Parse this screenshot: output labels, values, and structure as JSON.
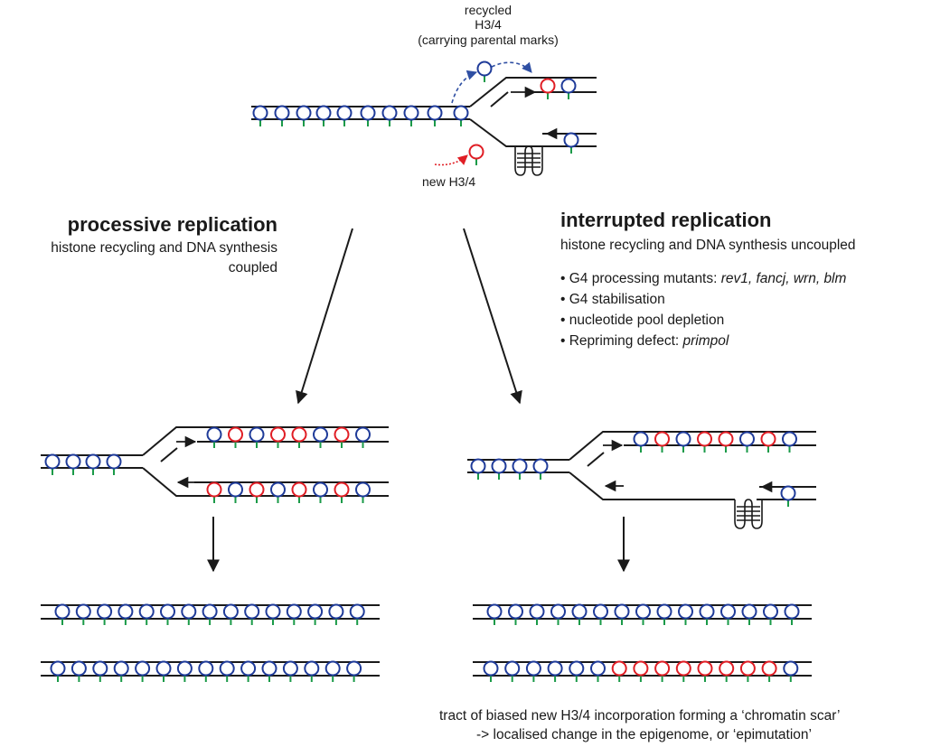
{
  "colors": {
    "parental_histone": "#1f3b99",
    "new_histone": "#e01e25",
    "histone_tail": "#1a9a48",
    "dna": "#1a1a1a",
    "recycle_arrow": "#2f4fa3",
    "new_arrow": "#e01e25"
  },
  "top": {
    "recycled_label": [
      "recycled",
      "H3/4",
      "(carrying parental marks)"
    ],
    "new_label": "new H3/4"
  },
  "left": {
    "heading": "processive replication",
    "subtitle": [
      "histone recycling and DNA synthesis",
      "coupled"
    ]
  },
  "right": {
    "heading": "interrupted replication",
    "subtitle": "histone recycling and DNA synthesis uncoupled",
    "bullets": [
      {
        "text": "G4 processing mutants: ",
        "italic": "rev1, fancj, wrn, blm"
      },
      {
        "text": "G4 stabilisation",
        "italic": ""
      },
      {
        "text": "nucleotide pool depletion",
        "italic": ""
      },
      {
        "text": "Repriming defect: ",
        "italic": "primpol"
      }
    ]
  },
  "footer": [
    "tract of biased new H3/4 incorporation forming a ‘chromatin scar’",
    "-> localised change in the epigenome, or ‘epimutation’"
  ],
  "bullet_char": "•"
}
